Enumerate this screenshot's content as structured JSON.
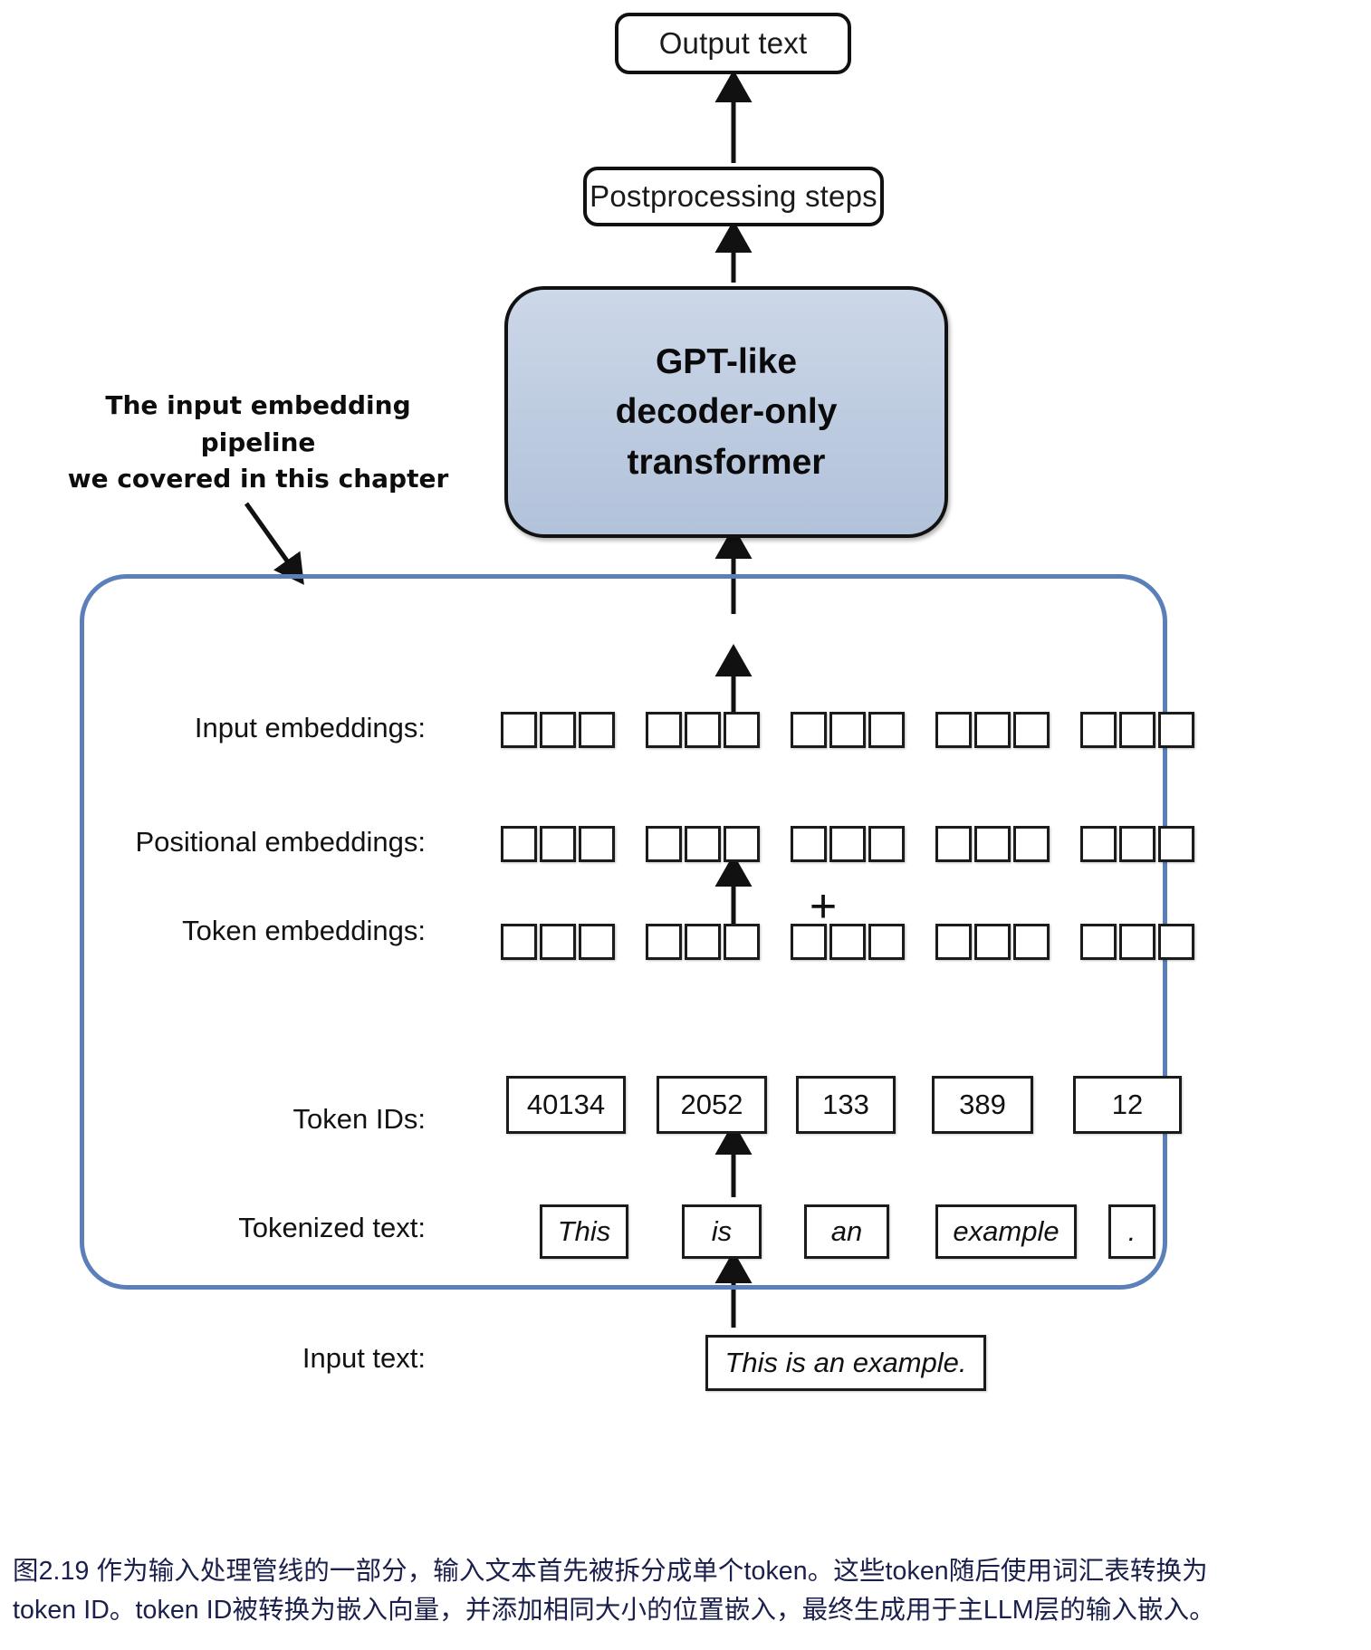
{
  "figure": {
    "id": "2.19",
    "top_flow": {
      "output_text": "Output text",
      "postprocessing": "Postprocessing steps",
      "transformer_line1": "GPT-like",
      "transformer_line2": "decoder-only",
      "transformer_line3": "transformer"
    },
    "annotation": {
      "line1": "The input embedding pipeline",
      "line2": "we covered in this chapter"
    },
    "rows": {
      "input_embeddings_label": "Input embeddings:",
      "positional_embeddings_label": "Positional embeddings:",
      "token_embeddings_label": "Token embeddings:",
      "token_ids_label": "Token IDs:",
      "tokenized_text_label": "Tokenized text:",
      "input_text_label": "Input text:"
    },
    "operator": "+",
    "token_ids": [
      "40134",
      "2052",
      "133",
      "389",
      "12"
    ],
    "tokens": [
      "This",
      "is",
      "an",
      "example",
      "."
    ],
    "input_text": "This is an example.",
    "embedding_groups": 5,
    "embedding_cells_per_group": 3,
    "colors": {
      "transformer_fill": "#c3d0e2",
      "container_border": "#5b7fb9",
      "stroke": "#111111",
      "caption_text": "#1b1f4b"
    },
    "caption_line1": "图2.19 作为输入处理管线的一部分，输入文本首先被拆分成单个token。这些token随后使用词汇表转换为",
    "caption_line2": "token ID。token ID被转换为嵌入向量，并添加相同大小的位置嵌入，最终生成用于主LLM层的输入嵌入。"
  }
}
